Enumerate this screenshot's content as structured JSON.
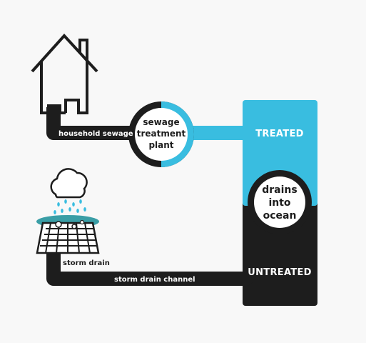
{
  "labels": {
    "household_sewage": "household sewage",
    "plant_line1": "sewage",
    "plant_line2": "treatment",
    "plant_line3": "plant",
    "treated": "TREATED",
    "ocean_line1": "drains",
    "ocean_line2": "into",
    "ocean_line3": "ocean",
    "untreated": "UNTREATED",
    "storm_drain": "storm drain",
    "storm_drain_channel": "storm drain channel"
  },
  "colors": {
    "pipe": "#1d1d1d",
    "treated": "#39bde0",
    "background": "#f8f8f8",
    "water": "#3a9ea6"
  },
  "icons": {
    "house": "house-icon",
    "cloud": "cloud-icon",
    "rain": "rain-icon",
    "drain": "storm-drain-grate-icon"
  }
}
